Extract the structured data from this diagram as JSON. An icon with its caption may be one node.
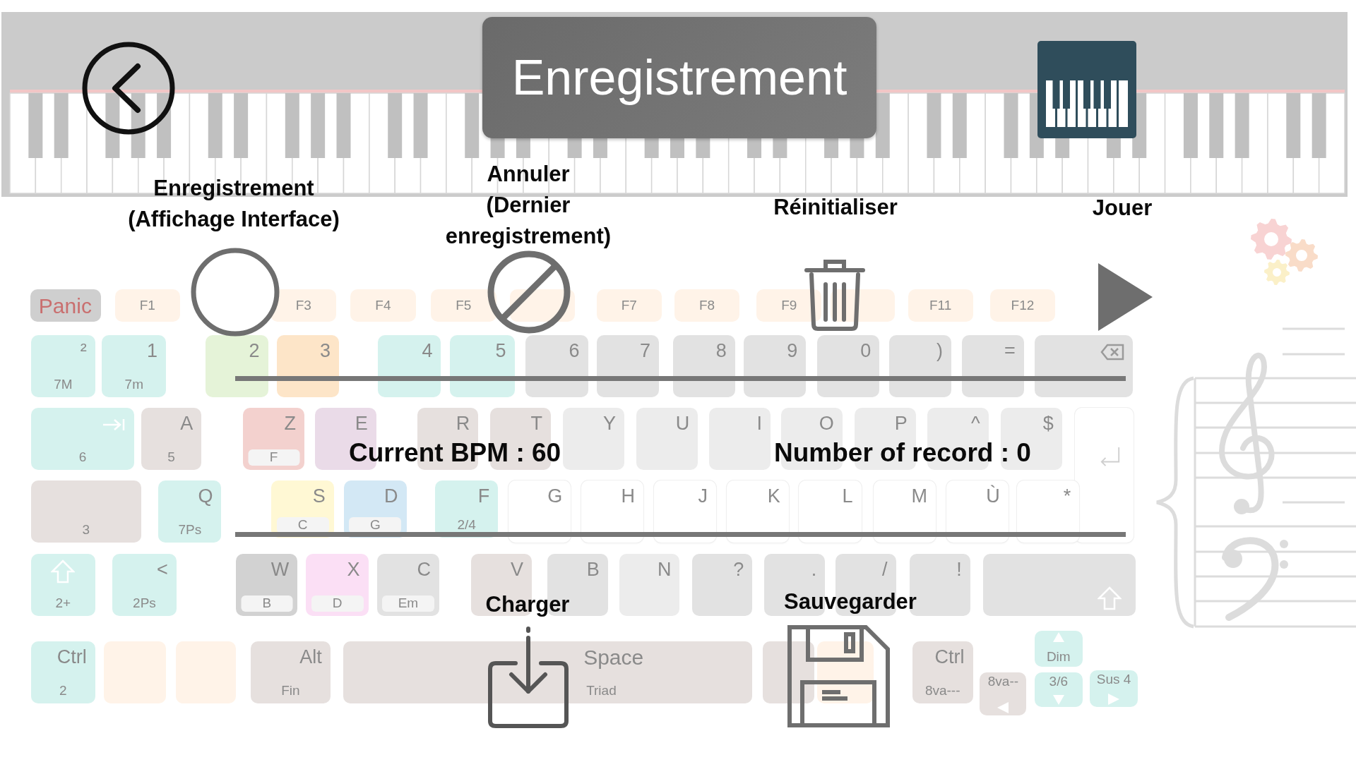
{
  "diagram": {
    "title": "Enregistrement",
    "nodes": [
      {
        "text": [],
        "shape": "box"
      },
      {
        "text": [],
        "shape": "box"
      },
      {
        "text": [],
        "shape": "box"
      },
      {
        "text": [],
        "shape": "box"
      },
      {
        "text": [],
        "shape": "box"
      },
      {
        "text": [],
        "shape": "box"
      }
    ],
    "labels": [
      "Enregistrement (Affichage Interface)",
      "Annuler (Dernier enregistrement)",
      "Réinitialiser",
      "Jouer",
      "Current BPM : 60",
      "Number of record : 0",
      "Charger",
      "Sauvegarder",
      "Panic",
      "F1",
      "F3",
      "F4",
      "F5",
      "F7",
      "F8",
      "F9",
      "F11",
      "F12",
      "²",
      "7M",
      "1",
      "7m",
      "2",
      "3",
      "4",
      "5",
      "6",
      "7",
      "8",
      "9",
      "0",
      ")",
      "=",
      "6",
      "A",
      "5",
      "Z",
      "F",
      "E",
      "R",
      "T",
      "Y",
      "U",
      "I",
      "O",
      "P",
      "^",
      "$",
      "3",
      "Q",
      "7Ps",
      "S",
      "C",
      "D",
      "G",
      "F",
      "2/4",
      "G",
      "H",
      "J",
      "K",
      "L",
      "M",
      "Ù",
      "*",
      "2+",
      "<",
      "2Ps",
      "W",
      "B",
      "X",
      "D",
      "C",
      "Em",
      "V",
      "B",
      "N",
      "?",
      ".",
      "/",
      "!",
      "Ctrl",
      "2",
      "Alt",
      "Fin",
      "Space",
      "Triad",
      "Ctrl",
      "8va---",
      "8va--",
      "Dim",
      "3/6",
      "Sus 4"
    ]
  }
}
